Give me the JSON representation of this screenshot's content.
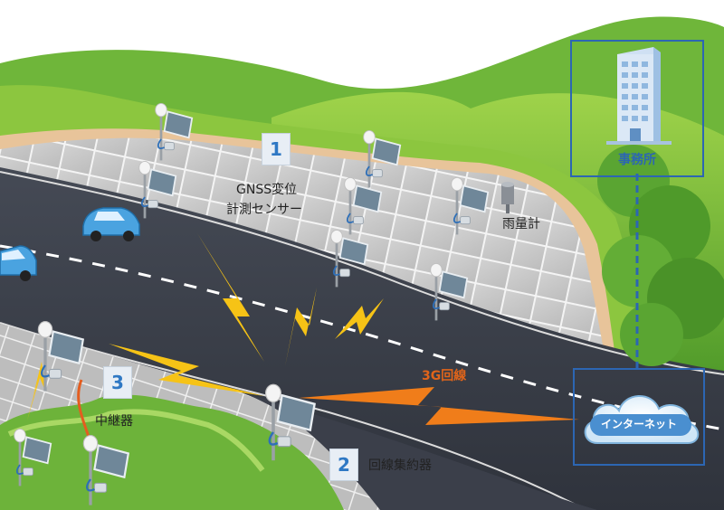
{
  "labels": {
    "gnss_line1": "GNSS変位",
    "gnss_line2": "計測センサー",
    "rain_gauge": "雨量計",
    "repeater": "中継器",
    "concentrator": "回線集約器",
    "line_3g": "3G回線",
    "office": "事務所",
    "internet": "インターネット"
  },
  "markers": {
    "m1": "1",
    "m2": "2",
    "m3": "3"
  },
  "colors": {
    "sky": "#ffffff",
    "grass_light": "#8cc63f",
    "grass_dark": "#4f9a2a",
    "slope": "#c9c9c9",
    "slope_grid": "#f2f2f2",
    "road": "#3b3f4a",
    "signal_yellow": "#f6c316",
    "signal_orange": "#f07d1a",
    "link_blue": "#2c66b3",
    "car": "#4aa3e0"
  },
  "icons": {
    "office": "office-building-icon",
    "internet": "cloud-icon",
    "sensor": "gnss-antenna-solar-panel-icon",
    "rain": "rain-gauge-icon",
    "vehicle": "car-icon"
  }
}
